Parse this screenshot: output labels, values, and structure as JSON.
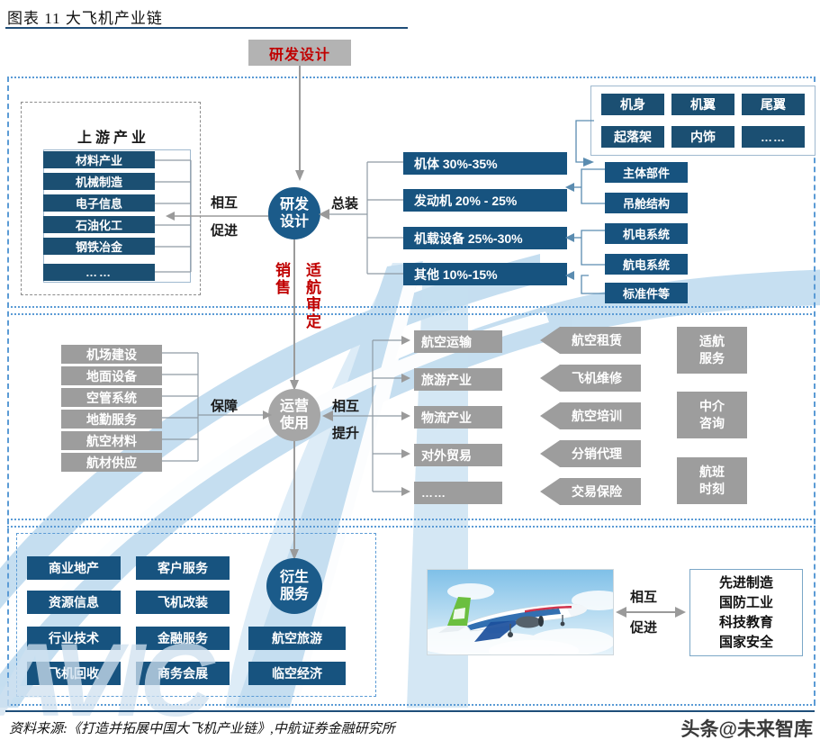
{
  "figure": {
    "title": "图表 11 大飞机产业链",
    "source": "资料来源:《打造并拓展中国大飞机产业链》,中航证券金融研究所",
    "watermark_avic": "AVIC",
    "watermark_toutiao": "头条@未来智库"
  },
  "colors": {
    "dark_blue": "#1b4f72",
    "mid_blue": "#1b5b8a",
    "gray": "#9d9d9d",
    "accent_red": "#c00000",
    "dashed_border": "#5b9bd5",
    "rule": "#1f4e79"
  },
  "top": {
    "banner_label": "研发设计"
  },
  "center": {
    "node_rd": {
      "line1": "研发",
      "line2": "设计"
    },
    "node_ops": {
      "line1": "运营",
      "line2": "使用"
    },
    "node_derivative": {
      "line1": "衍生",
      "line2": "服务"
    },
    "vertical_left_label": "销售",
    "vertical_right_label": "适航审定"
  },
  "upstream": {
    "heading": "上游产业",
    "items": [
      "材料产业",
      "机械制造",
      "电子信息",
      "石油化工",
      "钢铁冶金",
      "……"
    ],
    "connector_label_line1": "相互",
    "connector_label_line2": "促进"
  },
  "assembly": {
    "connector_label": "总装",
    "segments": [
      "机体 30%-35%",
      "发动机 20% - 25%",
      "机载设备 25%-30%",
      "其他 10%-15%"
    ],
    "airframe_parts": [
      "机身",
      "机翼",
      "尾翼",
      "起落架",
      "内饰",
      "……"
    ],
    "supplier_items": [
      "主体部件",
      "吊舱结构",
      "机电系统",
      "航电系统",
      "标准件等"
    ]
  },
  "support": {
    "items": [
      "机场建设",
      "地面设备",
      "空管系统",
      "地勤服务",
      "航空材料",
      "航材供应"
    ],
    "connector_label": "保障"
  },
  "operations": {
    "connector_label_line1": "相互",
    "connector_label_line2": "提升",
    "industry_items": [
      "航空运输",
      "旅游产业",
      "物流产业",
      "对外贸易",
      "……"
    ],
    "service_items": [
      "航空租赁",
      "飞机维修",
      "航空培训",
      "分销代理",
      "交易保险"
    ],
    "misc_items": [
      {
        "line1": "适航",
        "line2": "服务"
      },
      {
        "line1": "中介",
        "line2": "咨询"
      },
      {
        "line1": "航班",
        "line2": "时刻"
      }
    ]
  },
  "derivative": {
    "col1": [
      "商业地产",
      "资源信息",
      "行业技术",
      "飞机回收"
    ],
    "col2": [
      "客户服务",
      "飞机改装",
      "金融服务",
      "商务会展"
    ],
    "col3": [
      "航空旅游",
      "临空经济"
    ]
  },
  "national": {
    "connector_label_line1": "相互",
    "connector_label_line2": "促进",
    "items": [
      "先进制造",
      "国防工业",
      "科技教育",
      "国家安全"
    ],
    "photo_alt": "C919 大飞机照片"
  }
}
